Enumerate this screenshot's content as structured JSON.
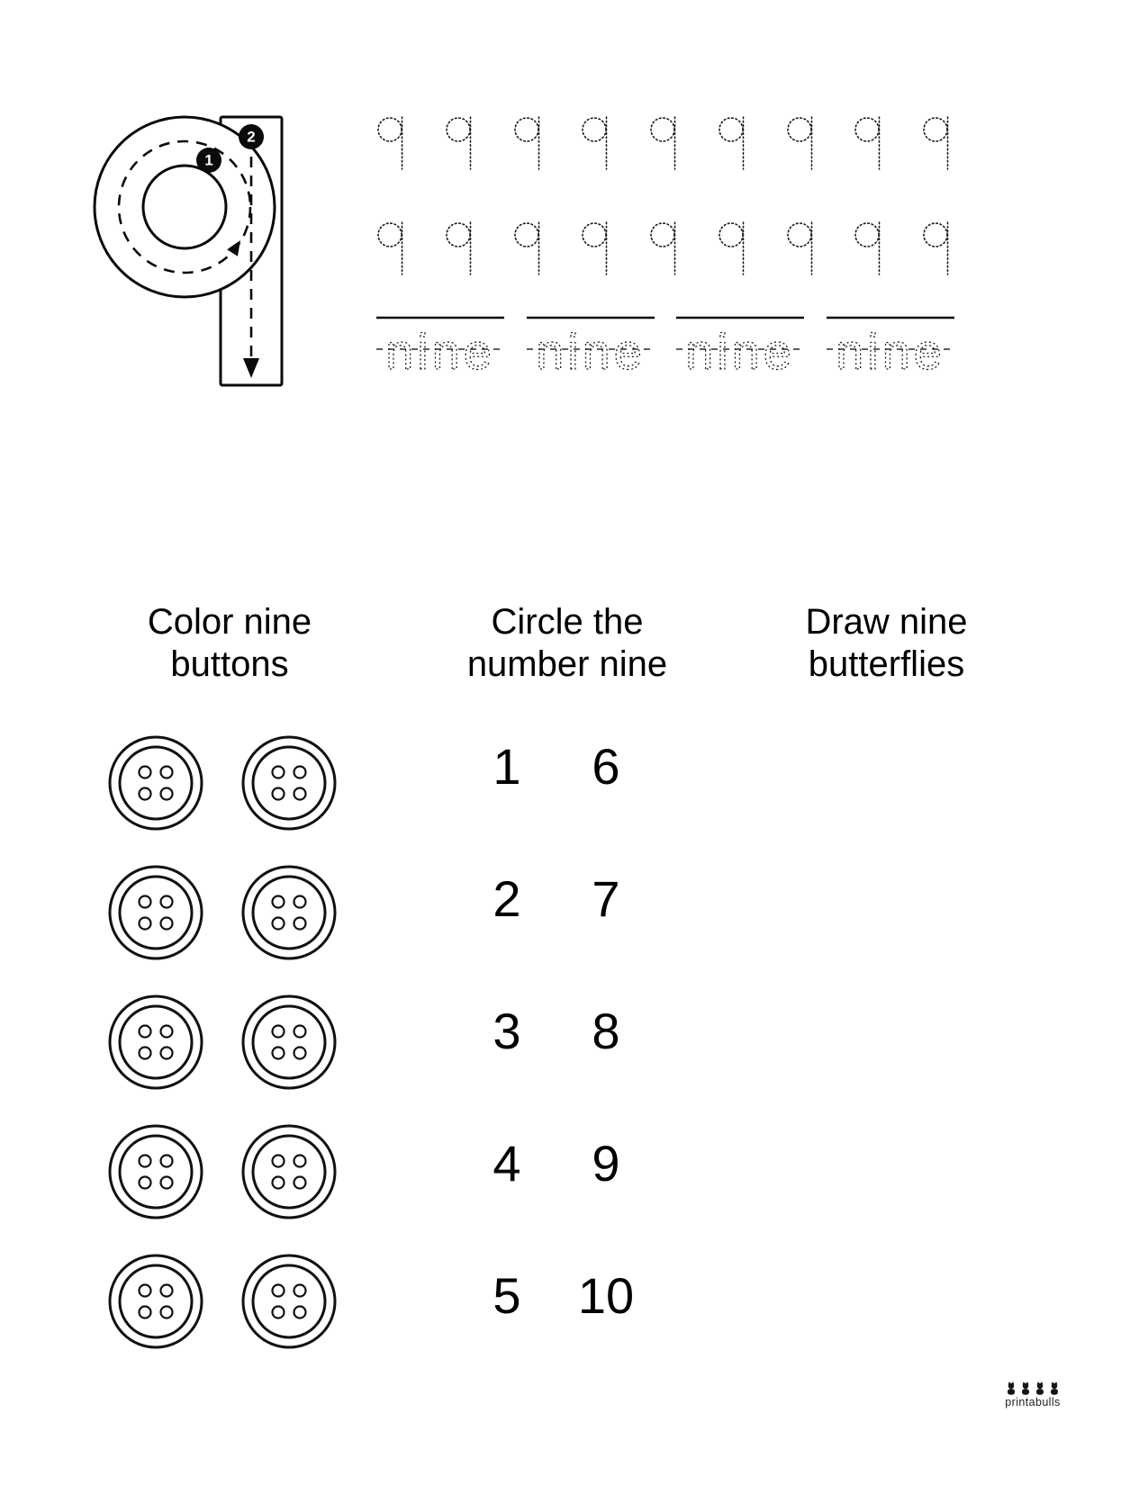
{
  "tracing_guide": {
    "numeral": "9",
    "stroke_badges": [
      "1",
      "2"
    ]
  },
  "practice": {
    "glyph": "9",
    "rows": [
      9,
      9
    ],
    "word": "nine",
    "word_repeats": 4
  },
  "activities": [
    {
      "line1": "Color nine",
      "line2": "buttons"
    },
    {
      "line1": "Circle the",
      "line2": "number nine"
    },
    {
      "line1": "Draw nine",
      "line2": "butterflies"
    }
  ],
  "buttons": {
    "count": 10,
    "columns": 2
  },
  "circle_numbers": {
    "columns": 2,
    "values": [
      "1",
      "6",
      "2",
      "7",
      "3",
      "8",
      "4",
      "9",
      "5",
      "10"
    ]
  },
  "footer": {
    "brand": "printabulls"
  }
}
